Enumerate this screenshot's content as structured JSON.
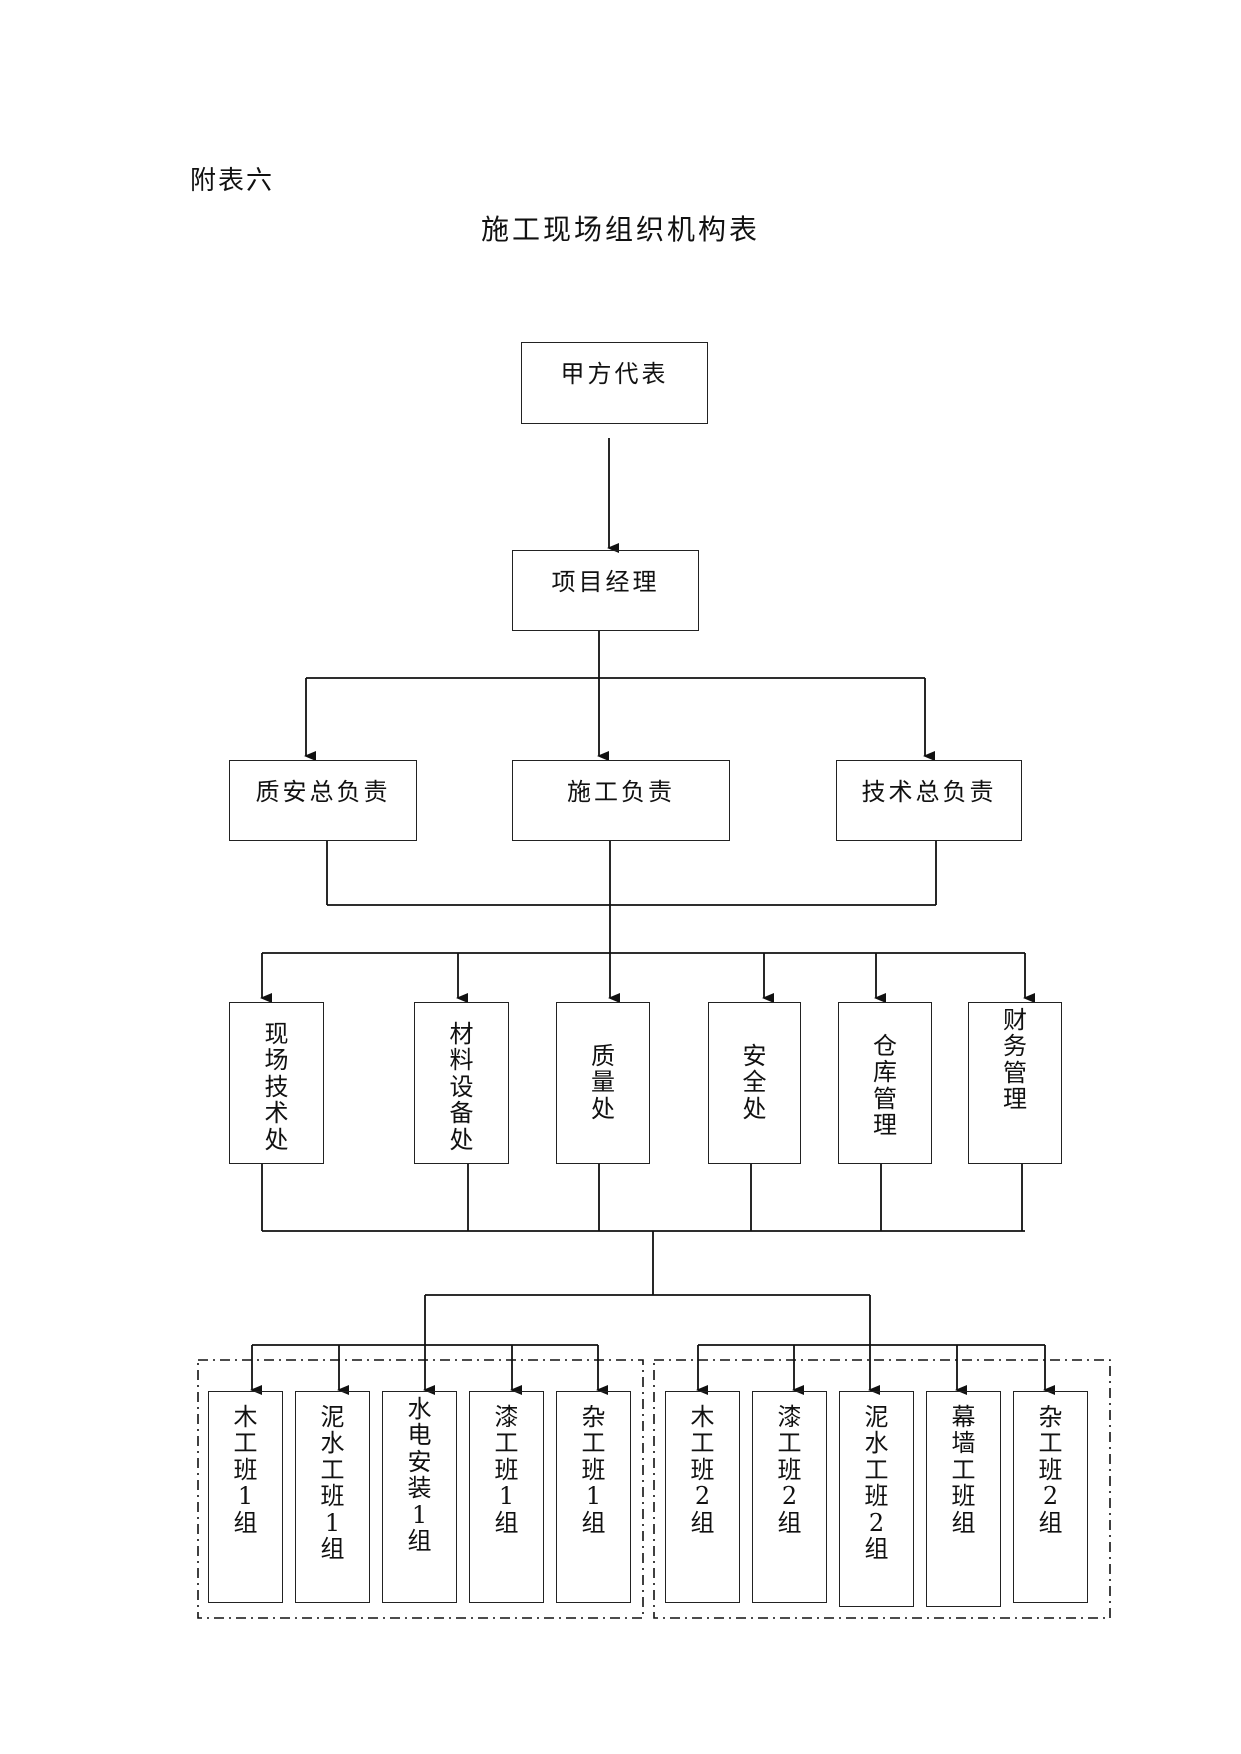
{
  "header": {
    "annex_label": "附表六",
    "title": "施工现场组织机构表"
  },
  "nodes": {
    "client_rep": "甲方代表",
    "project_manager": "项目经理",
    "quality_safety_lead": "质安总负责",
    "construction_lead": "施工负责",
    "technical_lead": "技术总负责",
    "site_tech": "现场技术处",
    "materials_equipment": "材料设备处",
    "quality": "质量处",
    "safety": "安全处",
    "warehouse": "仓库管理",
    "finance": "财务管理"
  },
  "team_groups": [
    {
      "teams": [
        "木工班1组",
        "泥水工班1组",
        "水电安装1组",
        "漆工班1组",
        "杂工班1组"
      ]
    },
    {
      "teams": [
        "木工班2组",
        "漆工班2组",
        "泥水工班2组",
        "幕墙工班组",
        "杂工班2组"
      ]
    }
  ]
}
